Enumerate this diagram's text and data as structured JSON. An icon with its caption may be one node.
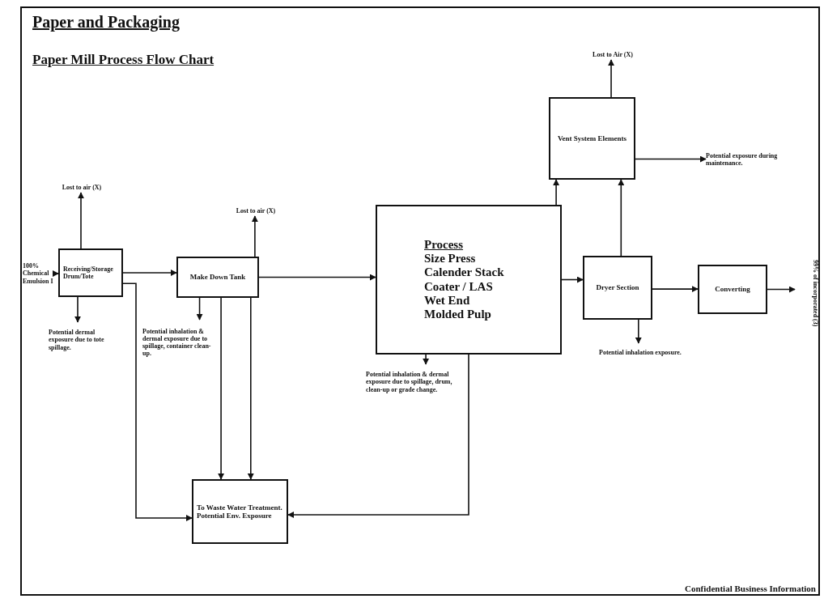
{
  "diagram": {
    "title": "Paper and Packaging",
    "nodes": [
      {
        "text": [
          "100% Chemical Emulsion I"
        ]
      },
      {
        "text": [
          "Receiving/Storage Drum/Tote"
        ]
      },
      {
        "text": [
          "Lost to air (X)"
        ]
      },
      {
        "text": [
          "Potential dermal exposure due to tote spillage."
        ]
      },
      {
        "text": [
          "Make Down Tank"
        ]
      },
      {
        "text": [
          "Lost to air (X)"
        ]
      },
      {
        "text": [
          "Potential inhalation & dermal exposure due to spillage, container clean-up."
        ]
      },
      {
        "text": [
          "Process",
          "Size Press",
          "Calender Stack",
          "Coater / LAS",
          "Wet End",
          "Molded Pulp"
        ]
      },
      {
        "text": [
          "Potential inhalation & dermal exposure due to spillage, drum, clean-up or grade change."
        ]
      },
      {
        "text": [
          "To Waste Water Treatment. Potential Env. Exposure"
        ]
      },
      {
        "text": [
          "Dryer Section"
        ]
      },
      {
        "text": [
          "Potential inhalation exposure."
        ]
      },
      {
        "text": [
          "Vent System Elements"
        ]
      },
      {
        "text": [
          "Lost to Air (X)"
        ]
      },
      {
        "text": [
          "Potential exposure during maintenance."
        ]
      },
      {
        "text": [
          "Converting"
        ]
      },
      {
        "text": [
          "99% of incorporated (3)"
        ]
      }
    ],
    "edges": [
      {
        "from": 0,
        "to": 1,
        "arrow": "to"
      },
      {
        "from": 1,
        "to": 2,
        "arrow": "to"
      },
      {
        "from": 1,
        "to": 3,
        "arrow": "to"
      },
      {
        "from": 1,
        "to": 4,
        "arrow": "to"
      },
      {
        "from": 1,
        "to": 9,
        "arrow": "to"
      },
      {
        "from": 4,
        "to": 5,
        "arrow": "to"
      },
      {
        "from": 4,
        "to": 6,
        "arrow": "to"
      },
      {
        "from": 4,
        "to": 9,
        "arrow": "to"
      },
      {
        "from": 4,
        "to": 9,
        "arrow": "to"
      },
      {
        "from": 4,
        "to": 7,
        "arrow": "to"
      },
      {
        "from": 7,
        "to": 8,
        "arrow": "to"
      },
      {
        "from": 7,
        "to": 9,
        "arrow": "to"
      },
      {
        "from": 7,
        "to": 12,
        "arrow": "to"
      },
      {
        "from": 10,
        "to": 12,
        "arrow": "to"
      },
      {
        "from": 12,
        "to": 13,
        "arrow": "to"
      },
      {
        "from": 12,
        "to": 14,
        "arrow": "to"
      },
      {
        "from": 7,
        "to": 10,
        "arrow": "to"
      },
      {
        "from": 10,
        "to": 11,
        "arrow": "to"
      },
      {
        "from": 10,
        "to": 15,
        "arrow": "to"
      },
      {
        "from": 15,
        "to": 16,
        "arrow": "to"
      }
    ],
    "labels": [
      "Paper Mill Process Flow Chart",
      "Confidential Business Information"
    ]
  }
}
